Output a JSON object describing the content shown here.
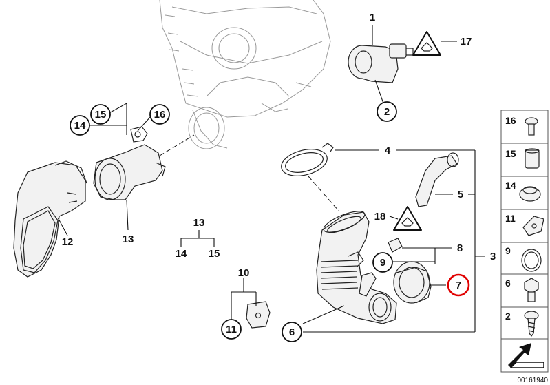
{
  "callouts": {
    "c1": "1",
    "c2": "2",
    "c3": "3",
    "c4": "4",
    "c5": "5",
    "c6": "6",
    "c7": "7",
    "c8": "8",
    "c9": "9",
    "c10": "10",
    "c11": "11",
    "c12": "12",
    "c13a": "13",
    "c13b": "13",
    "c14a": "14",
    "c14b": "14",
    "c15a": "15",
    "c15b": "15",
    "c16": "16",
    "c17": "17",
    "c18": "18"
  },
  "side_panel": {
    "items": [
      {
        "label": "16",
        "icon": "bolt-icon"
      },
      {
        "label": "15",
        "icon": "sleeve-icon"
      },
      {
        "label": "14",
        "icon": "grommet-icon"
      },
      {
        "label": "11",
        "icon": "clip-nut-icon"
      },
      {
        "label": "9",
        "icon": "o-ring-icon"
      },
      {
        "label": "6",
        "icon": "hex-bolt-icon"
      },
      {
        "label": "2",
        "icon": "screw-icon"
      }
    ]
  },
  "catalog_number": "00161940",
  "colors": {
    "highlight": "#e00000",
    "line": "#111111"
  }
}
